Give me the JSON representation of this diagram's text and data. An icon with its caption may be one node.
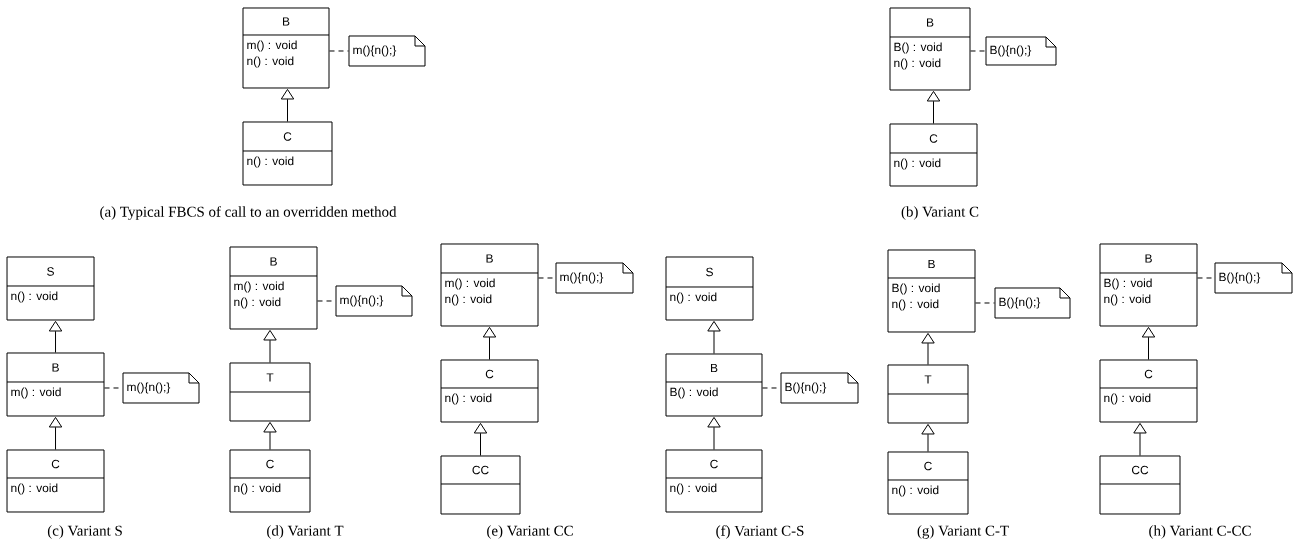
{
  "diagram": {
    "nodes": [
      {
        "text": [
          "B",
          "m() : void",
          "n() : void"
        ]
      },
      {
        "text": [
          "m(){n();}"
        ]
      },
      {
        "text": [
          "C",
          "n() : void"
        ]
      },
      {
        "text": [
          "B",
          "B() : void",
          "n() : void"
        ]
      },
      {
        "text": [
          "B(){n();}"
        ]
      },
      {
        "text": [
          "C",
          "n() : void"
        ]
      },
      {
        "text": [
          "S",
          "n() : void"
        ]
      },
      {
        "text": [
          "B",
          "m() : void"
        ]
      },
      {
        "text": [
          "m(){n();}"
        ]
      },
      {
        "text": [
          "C",
          "n() : void"
        ]
      },
      {
        "text": [
          "B",
          "m() : void",
          "n() : void"
        ]
      },
      {
        "text": [
          "m(){n();}"
        ]
      },
      {
        "text": [
          "T"
        ]
      },
      {
        "text": [
          "C",
          "n() : void"
        ]
      },
      {
        "text": [
          "B",
          "m() : void",
          "n() : void"
        ]
      },
      {
        "text": [
          "m(){n();}"
        ]
      },
      {
        "text": [
          "C",
          "n() : void"
        ]
      },
      {
        "text": [
          "CC"
        ]
      },
      {
        "text": [
          "S",
          "n() : void"
        ]
      },
      {
        "text": [
          "B",
          "B() : void"
        ]
      },
      {
        "text": [
          "B(){n();}"
        ]
      },
      {
        "text": [
          "C",
          "n() : void"
        ]
      },
      {
        "text": [
          "B",
          "B() : void",
          "n() : void"
        ]
      },
      {
        "text": [
          "B(){n();}"
        ]
      },
      {
        "text": [
          "T"
        ]
      },
      {
        "text": [
          "C",
          "n() : void"
        ]
      },
      {
        "text": [
          "B",
          "B() : void",
          "n() : void"
        ]
      },
      {
        "text": [
          "B(){n();}"
        ]
      },
      {
        "text": [
          "C",
          "n() : void"
        ]
      },
      {
        "text": [
          "CC"
        ]
      }
    ],
    "edges": [
      {
        "from": 2,
        "to": 0,
        "arrow": "to"
      },
      {
        "from": 0,
        "to": 1,
        "arrow": "none",
        "style": "dashed"
      },
      {
        "from": 5,
        "to": 3,
        "arrow": "to"
      },
      {
        "from": 3,
        "to": 4,
        "arrow": "none",
        "style": "dashed"
      },
      {
        "from": 7,
        "to": 6,
        "arrow": "to"
      },
      {
        "from": 9,
        "to": 7,
        "arrow": "to"
      },
      {
        "from": 7,
        "to": 8,
        "arrow": "none",
        "style": "dashed"
      },
      {
        "from": 12,
        "to": 10,
        "arrow": "to"
      },
      {
        "from": 13,
        "to": 12,
        "arrow": "to"
      },
      {
        "from": 10,
        "to": 11,
        "arrow": "none",
        "style": "dashed"
      },
      {
        "from": 16,
        "to": 14,
        "arrow": "to"
      },
      {
        "from": 17,
        "to": 16,
        "arrow": "to"
      },
      {
        "from": 14,
        "to": 15,
        "arrow": "none",
        "style": "dashed"
      },
      {
        "from": 19,
        "to": 18,
        "arrow": "to"
      },
      {
        "from": 21,
        "to": 19,
        "arrow": "to"
      },
      {
        "from": 19,
        "to": 20,
        "arrow": "none",
        "style": "dashed"
      },
      {
        "from": 24,
        "to": 22,
        "arrow": "to"
      },
      {
        "from": 25,
        "to": 24,
        "arrow": "to"
      },
      {
        "from": 22,
        "to": 23,
        "arrow": "none",
        "style": "dashed"
      },
      {
        "from": 28,
        "to": 26,
        "arrow": "to"
      },
      {
        "from": 29,
        "to": 28,
        "arrow": "to"
      },
      {
        "from": 26,
        "to": 27,
        "arrow": "none",
        "style": "dashed"
      }
    ],
    "labels": [
      "(a) Typical FBCS of call to an overridden method",
      "(b) Variant C",
      "(c) Variant S",
      "(d) Variant T",
      "(e) Variant CC",
      "(f) Variant C-S",
      "(g) Variant C-T",
      "(h) Variant C-CC"
    ]
  }
}
